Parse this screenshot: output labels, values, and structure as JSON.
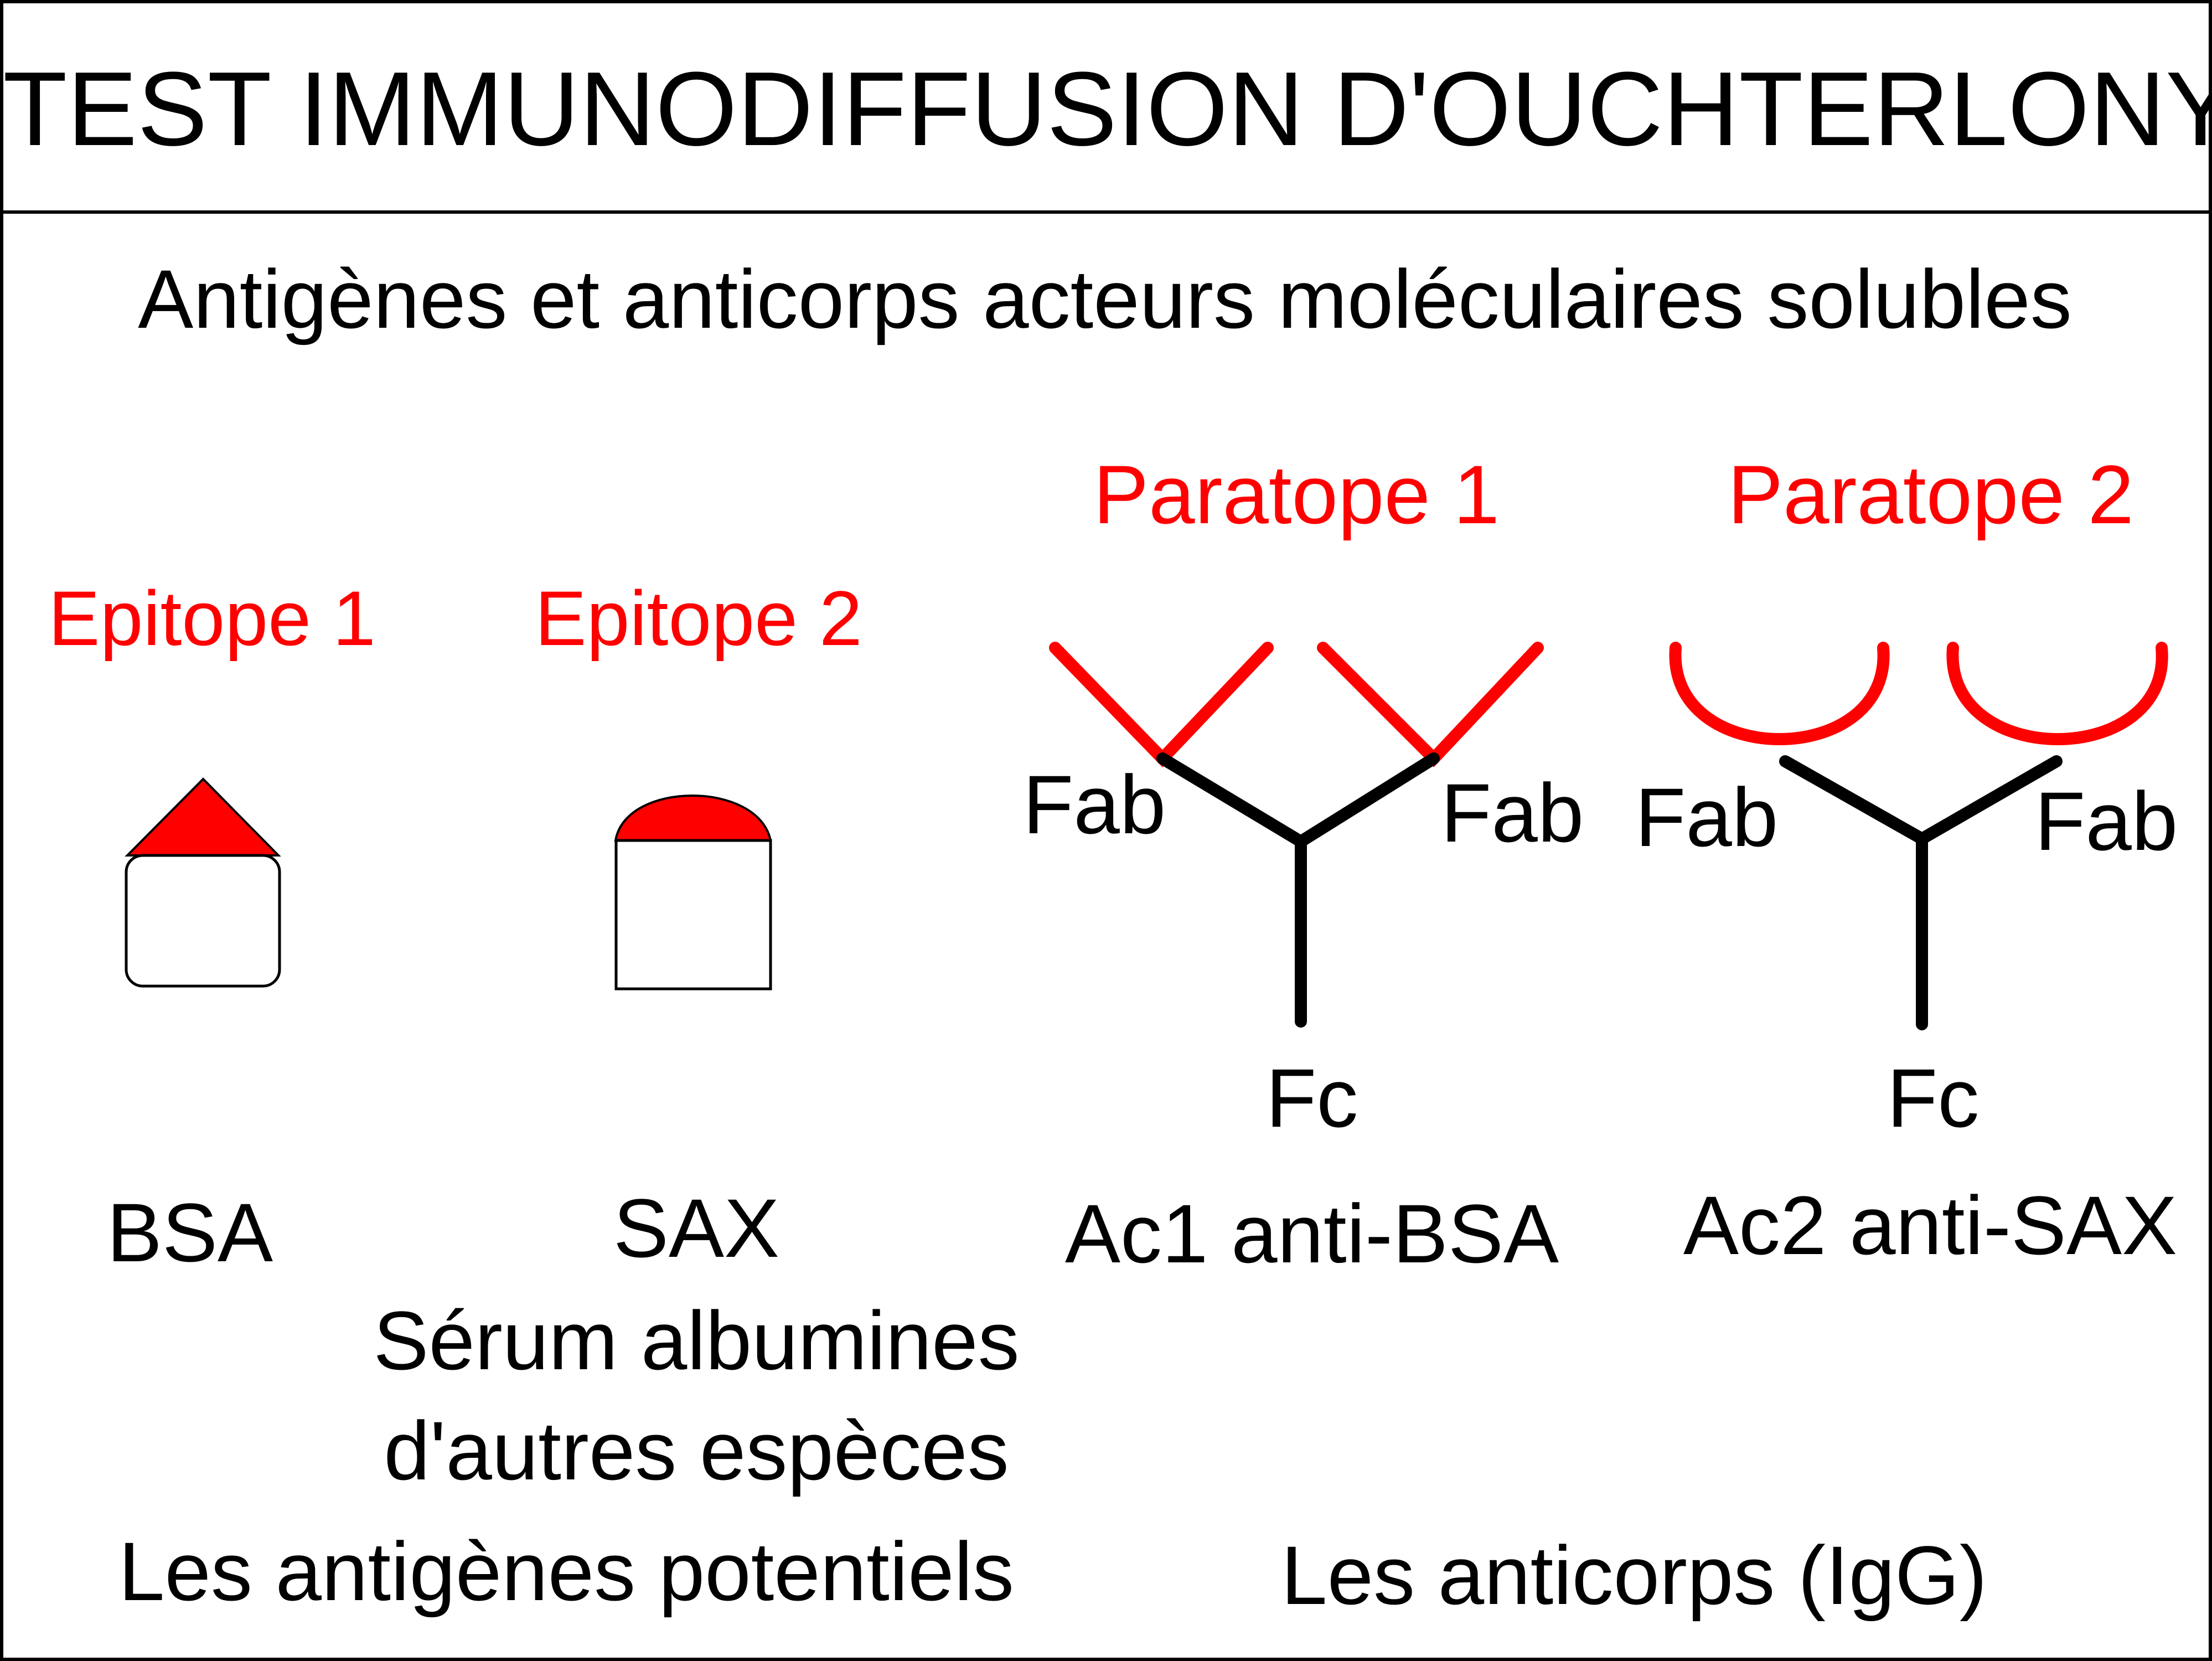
{
  "title": "TEST IMMUNODIFFUSION D'OUCHTERLONY",
  "subtitle": "Antigènes et anticorps acteurs moléculaires solubles",
  "colors": {
    "epitope": "#ff0000",
    "outline": "#000000",
    "background": "#ffffff"
  },
  "antigens": {
    "bsa": {
      "epitope_label": "Epitope 1",
      "name": "BSA"
    },
    "sax": {
      "epitope_label": "Epitope 2",
      "name": "SAX",
      "desc_line1": "Sérum albumines",
      "desc_line2": "d'autres espèces"
    },
    "group_label": "Les antigènes potentiels"
  },
  "antibodies": {
    "ac1": {
      "paratope_label": "Paratope 1",
      "fab_left": "Fab",
      "fab_right": "Fab",
      "fc": "Fc",
      "name": "Ac1 anti-BSA"
    },
    "ac2": {
      "paratope_label": "Paratope 2",
      "fab_left": "Fab",
      "fab_right": "Fab",
      "fc": "Fc",
      "name": "Ac2 anti-SAX"
    },
    "group_label": "Les anticorps (IgG)"
  }
}
